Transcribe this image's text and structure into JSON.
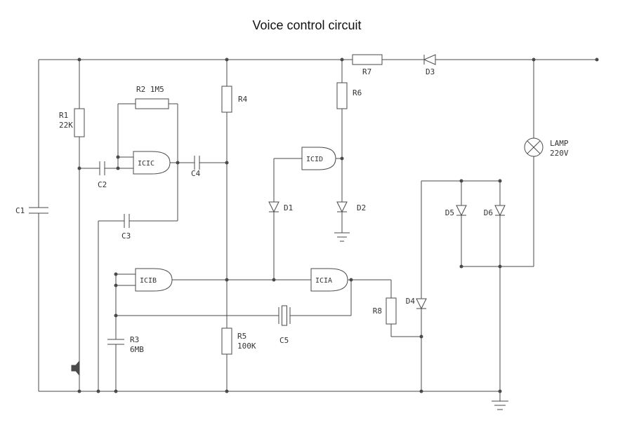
{
  "title": "Voice control circuit",
  "colors": {
    "wire": "#4a4a4a",
    "text": "#333333",
    "background": "#ffffff"
  },
  "components": {
    "r1": {
      "name": "R1",
      "value": "22K"
    },
    "r2": {
      "label": "R2 1M5"
    },
    "r3": {
      "name": "R3",
      "value": "6MB"
    },
    "r4": {
      "label": "R4"
    },
    "r5": {
      "name": "R5",
      "value": "100K"
    },
    "r6": {
      "label": "R6"
    },
    "r7": {
      "label": "R7"
    },
    "r8": {
      "label": "R8"
    },
    "c1": {
      "label": "C1"
    },
    "c2": {
      "label": "C2"
    },
    "c3": {
      "label": "C3"
    },
    "c4": {
      "label": "C4"
    },
    "c5": {
      "label": "C5"
    },
    "d1": {
      "label": "D1"
    },
    "d2": {
      "label": "D2"
    },
    "d3": {
      "label": "D3"
    },
    "d4": {
      "label": "D4"
    },
    "d5": {
      "label": "D5"
    },
    "d6": {
      "label": "D6"
    },
    "gate_a": {
      "label": "ICIA"
    },
    "gate_b": {
      "label": "ICIB"
    },
    "gate_c": {
      "label": "ICIC"
    },
    "gate_d": {
      "label": "ICID"
    },
    "lamp": {
      "name": "LAMP",
      "value": "220V"
    }
  }
}
